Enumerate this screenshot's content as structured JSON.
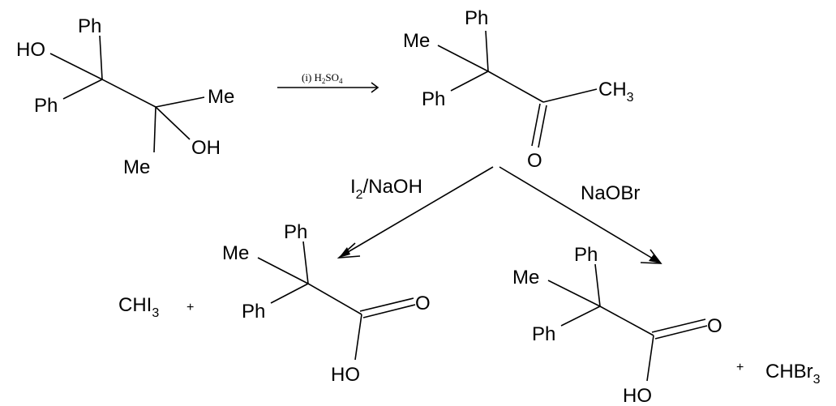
{
  "labels": {
    "ph": "Ph",
    "me": "Me",
    "ho": "HO",
    "oh": "OH",
    "o": "O",
    "ch": "CH",
    "three": "3",
    "two": "2",
    "four": "4",
    "plus": "+"
  },
  "reagents": {
    "step1_prefix": "(i) H",
    "step1_mid": "SO",
    "iodine_i": "I",
    "iodine_rest": "/NaOH",
    "naobr": "NaOBr"
  },
  "byproducts": {
    "chi_prefix": "CHI",
    "chbr_prefix": "CHBr"
  }
}
